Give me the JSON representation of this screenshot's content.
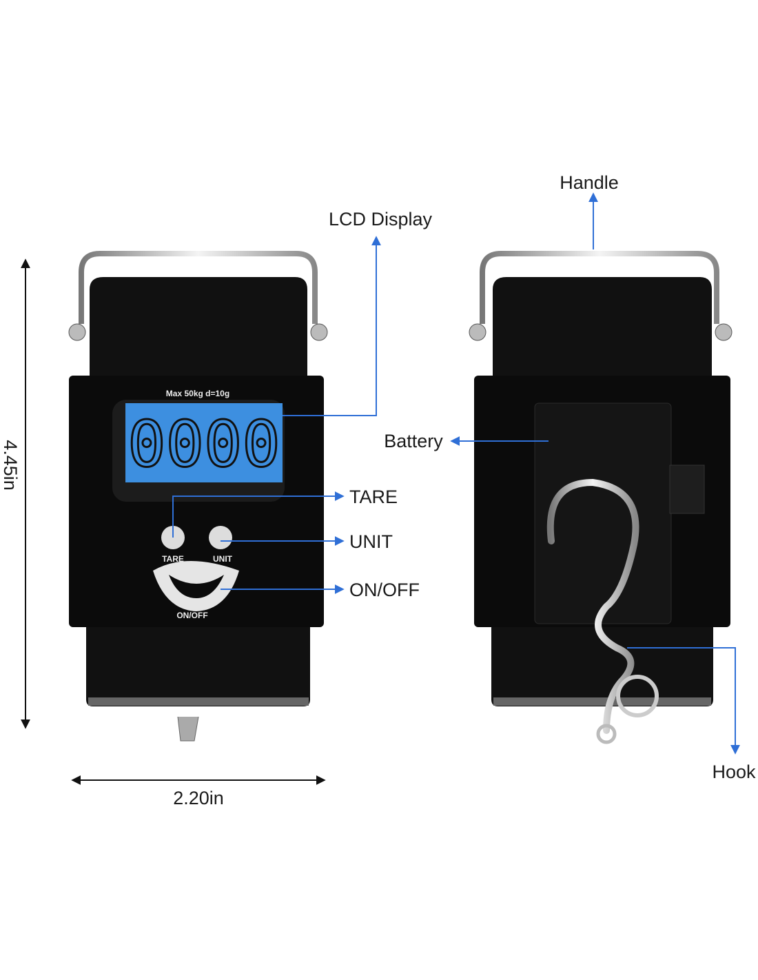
{
  "labels": {
    "lcd_display": "LCD Display",
    "tare": "TARE",
    "unit": "UNIT",
    "on_off": "ON/OFF",
    "handle": "Handle",
    "battery": "Battery",
    "hook": "Hook"
  },
  "dimensions": {
    "height": "4.45in",
    "width": "2.20in"
  },
  "device": {
    "capacity_text": "Max 50kg  d=10g",
    "lcd_reading": "0000",
    "button_tare": "TARE",
    "button_unit": "UNIT",
    "button_onoff": "ON/OFF"
  },
  "colors": {
    "callout": "#2f6fd6",
    "lcd": "#3d8fe0",
    "body": "#0d0d0d"
  }
}
